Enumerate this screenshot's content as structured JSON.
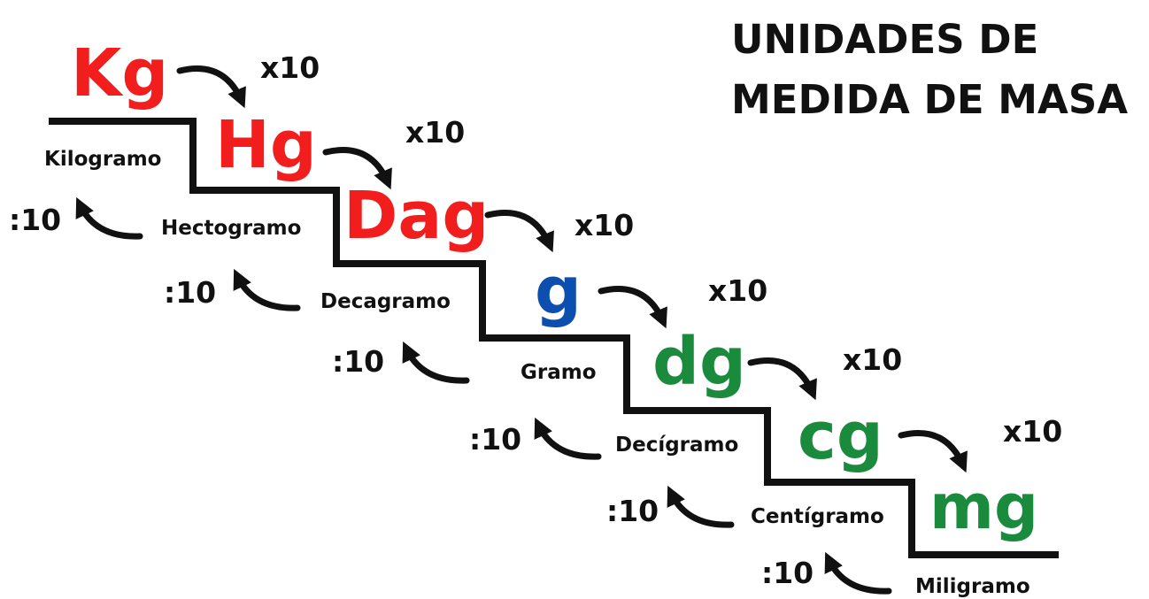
{
  "title": {
    "line1": "UNIDADES DE",
    "line2": "MEDIDA DE MASA"
  },
  "colors": {
    "kg": "#f21d1d",
    "hg": "#f21d1d",
    "dag": "#f21d1d",
    "g": "#0d4fae",
    "dg": "#1a8a3c",
    "cg": "#1a8a3c",
    "mg": "#1a8a3c",
    "text": "#111111"
  },
  "units": [
    {
      "abbr": "Kg",
      "name": "Kilogramo"
    },
    {
      "abbr": "Hg",
      "name": "Hectogramo"
    },
    {
      "abbr": "Dag",
      "name": "Decagramo"
    },
    {
      "abbr": "g",
      "name": "Gramo"
    },
    {
      "abbr": "dg",
      "name": "Decígramo"
    },
    {
      "abbr": "cg",
      "name": "Centígramo"
    },
    {
      "abbr": "mg",
      "name": "Miligramo"
    }
  ],
  "multiply_labels": [
    "x10",
    "x10",
    "x10",
    "x10",
    "x10",
    "x10"
  ],
  "divide_labels": [
    ":10",
    ":10",
    ":10",
    ":10",
    ":10",
    ":10"
  ]
}
